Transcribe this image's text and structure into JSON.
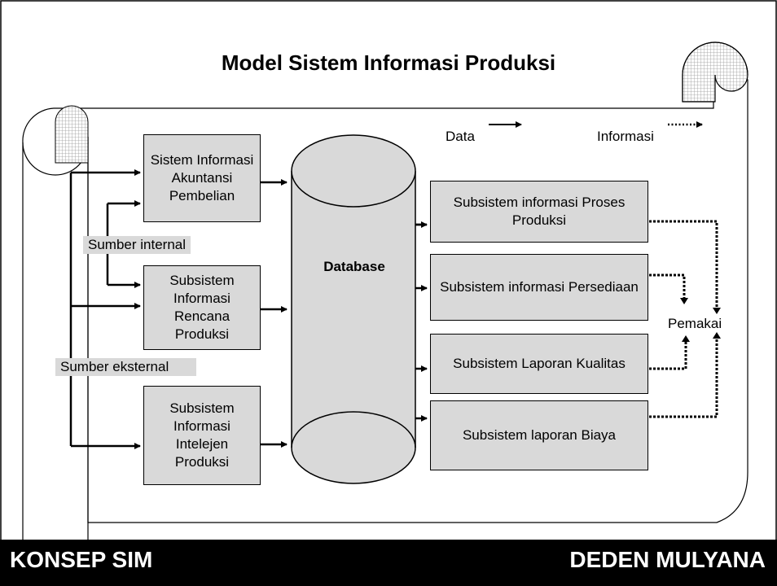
{
  "title": "Model Sistem Informasi Produksi",
  "legend": {
    "data_label": "Data",
    "info_label": "Informasi"
  },
  "sources": {
    "internal": "Sumber internal",
    "external": "Sumber eksternal"
  },
  "input_boxes": [
    {
      "id": "akuntansi-pembelian",
      "text": "Sistem Informasi Akuntansi Pembelian"
    },
    {
      "id": "rencana-produksi",
      "text": "Subsistem Informasi Rencana Produksi"
    },
    {
      "id": "intelejen-produksi",
      "text": "Subsistem Informasi Intelejen Produksi"
    }
  ],
  "database": {
    "label": "Database"
  },
  "output_boxes": [
    {
      "id": "proses-produksi",
      "text": "Subsistem informasi Proses Produksi"
    },
    {
      "id": "persediaan",
      "text": "Subsistem informasi Persediaan"
    },
    {
      "id": "laporan-kualitas",
      "text": "Subsistem Laporan Kualitas"
    },
    {
      "id": "laporan-biaya",
      "text": "Subsistem laporan Biaya"
    }
  ],
  "user": {
    "label": "Pemakai"
  },
  "footer": {
    "left": "KONSEP SIM",
    "right": "DEDEN MULYANA"
  },
  "colors": {
    "box_fill": "#d9d9d9",
    "footer_bg": "#000000",
    "outline": "#000000"
  }
}
